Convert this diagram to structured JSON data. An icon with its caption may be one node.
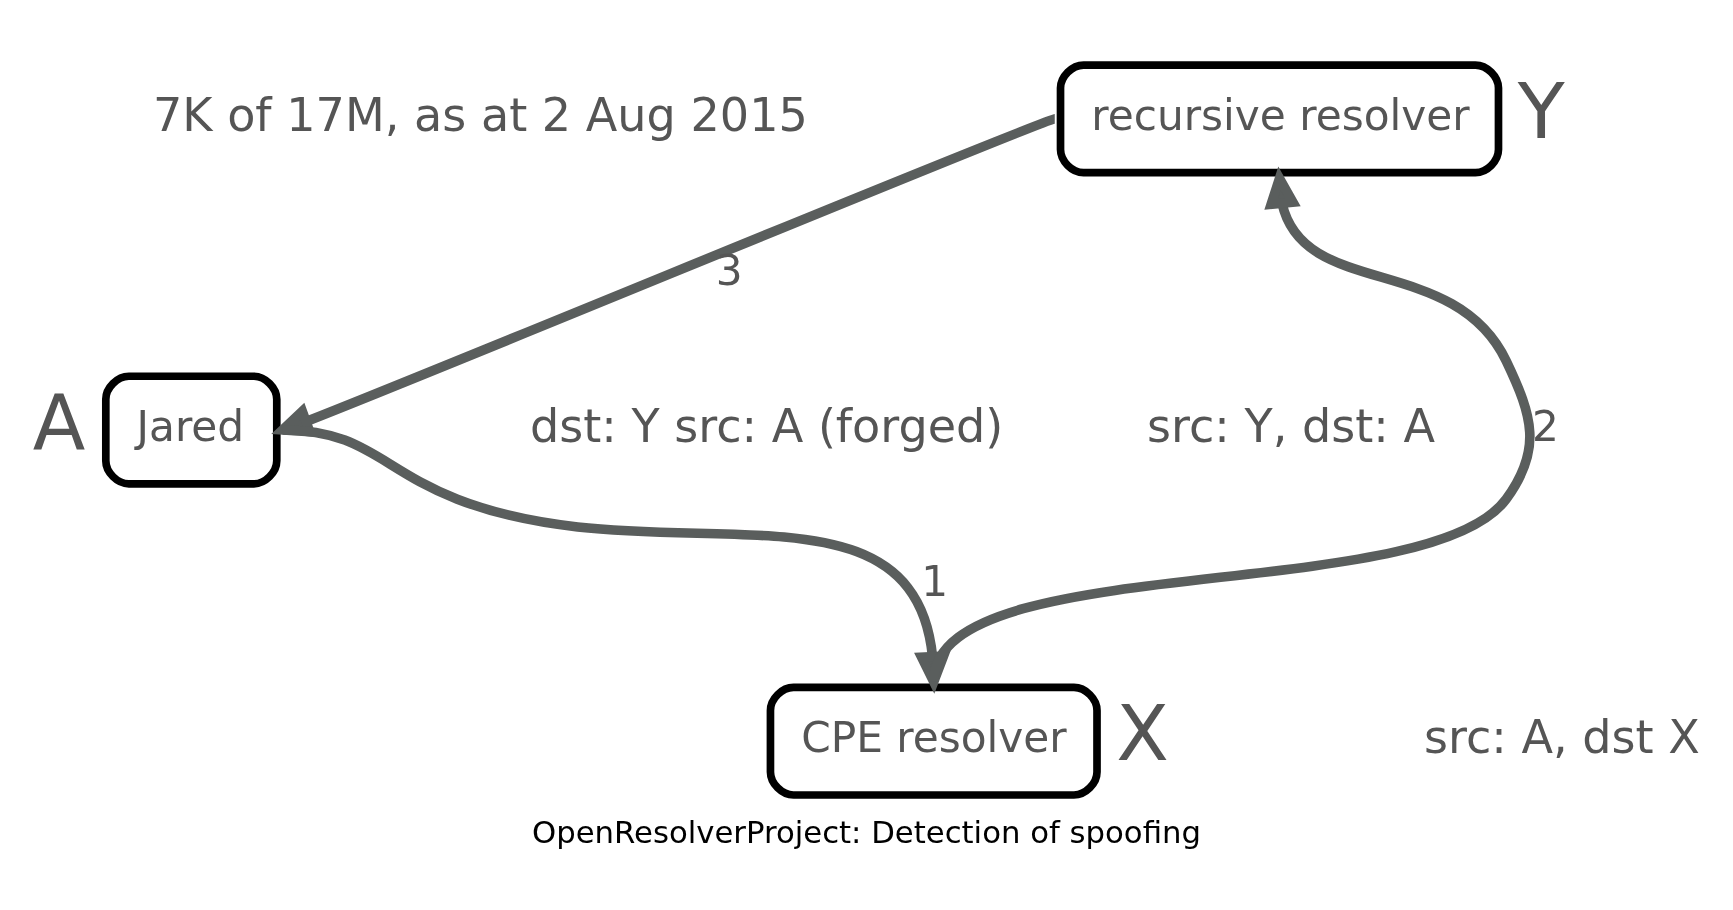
{
  "diagram": {
    "caption": "OpenResolverProject: Detection of spoofing",
    "nodes": [
      {
        "text": [
          "recursive resolver"
        ],
        "beside": [
          "Y"
        ]
      },
      {
        "text": [
          "Jared"
        ],
        "beside": [
          "A"
        ]
      },
      {
        "text": [
          "CPE resolver"
        ],
        "beside": [
          "X"
        ]
      }
    ],
    "edges": [
      {
        "from": 0,
        "to": 1,
        "arrow": "to",
        "label": "3"
      },
      {
        "from": 1,
        "to": 2,
        "arrow": "to",
        "label": "1"
      },
      {
        "from": 2,
        "to": 0,
        "arrow": "to",
        "label": "2"
      }
    ],
    "labels": [
      "7K of 17M, as at 2 Aug 2015",
      "src: Y, dst: A",
      "dst: Y src: A (forged)",
      "src: A, dst X"
    ]
  }
}
